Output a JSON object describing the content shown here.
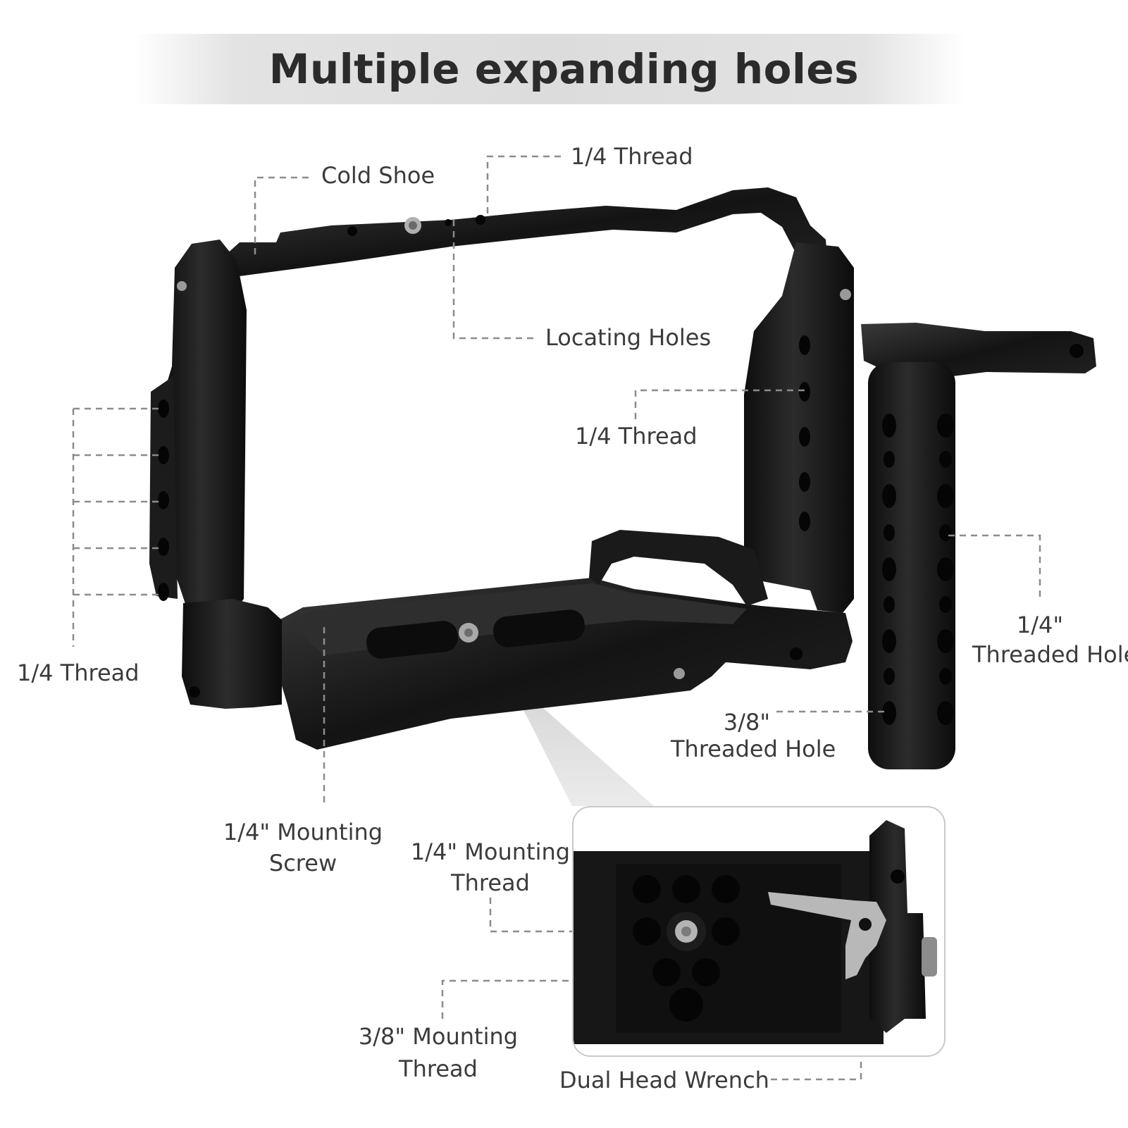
{
  "title": "Multiple expanding holes",
  "labels": {
    "cold_shoe": "Cold Shoe",
    "top_thread": "1/4 Thread",
    "locating_holes": "Locating Holes",
    "right_thread": "1/4 Thread",
    "left_thread": "1/4 Thread",
    "handle_quarter_line1": "1/4\"",
    "handle_quarter_line2": "Threaded Hole",
    "handle_three8_line1": "3/8\"",
    "handle_three8_line2": "Threaded Hole",
    "mount_screw_line1": "1/4\" Mounting",
    "mount_screw_line2": "Screw",
    "mount_thread_line1": "1/4\" Mounting",
    "mount_thread_line2": "Thread",
    "three8_mount_line1": "3/8\" Mounting",
    "three8_mount_line2": "Thread",
    "wrench": "Dual Head Wrench"
  },
  "colors": {
    "metal": "#141414",
    "metal_highlight": "#3a3a3a",
    "leader": "#8c8c8c",
    "silver": "#b8b8b8"
  }
}
